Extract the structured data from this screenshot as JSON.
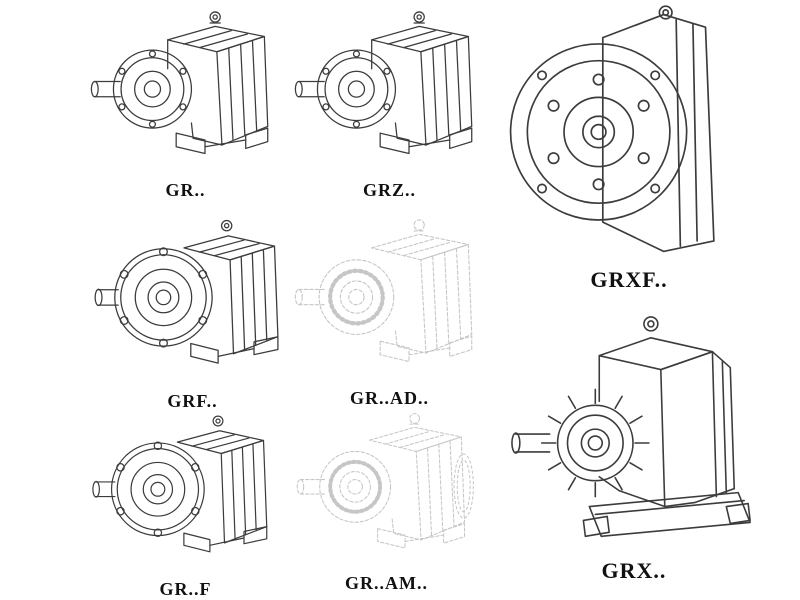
{
  "page": {
    "background_color": "#ffffff",
    "line_color": "#3c3c3c",
    "phantom_line_color": "#c6c6c6",
    "label_color": "#111111"
  },
  "figures": [
    {
      "id": "gr",
      "label": "GR..",
      "style": "solid"
    },
    {
      "id": "grz",
      "label": "GRZ..",
      "style": "solid"
    },
    {
      "id": "grxf",
      "label": "GRXF..",
      "style": "solid"
    },
    {
      "id": "grf",
      "label": "GRF..",
      "style": "solid"
    },
    {
      "id": "grad",
      "label": "GR..AD..",
      "style": "phantom"
    },
    {
      "id": "grff",
      "label": "GR..F",
      "style": "solid"
    },
    {
      "id": "gram",
      "label": "GR..AM..",
      "style": "phantom"
    },
    {
      "id": "grx",
      "label": "GRX..",
      "style": "solid"
    }
  ]
}
